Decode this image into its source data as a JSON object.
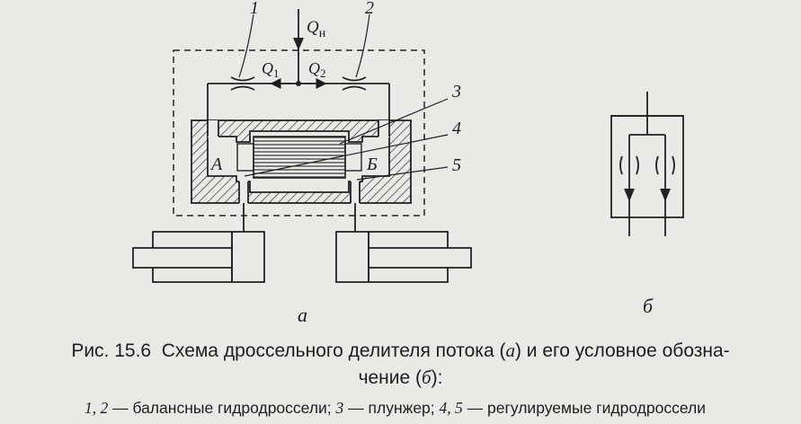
{
  "labels": {
    "throttle_1": "1",
    "throttle_2": "2",
    "plunger_3": "3",
    "throttle_4": "4",
    "throttle_5": "5",
    "flow_in": "Q",
    "flow_in_sub": "н",
    "flow_1": "Q",
    "flow_1_sub": "1",
    "flow_2": "Q",
    "flow_2_sub": "2",
    "chamber_a": "А",
    "chamber_b": "Б",
    "sub_a": "а",
    "sub_b": "б"
  },
  "caption": {
    "fig_no": "Рис. 15.6",
    "line1_a": "Схема дроссельного делителя потока (",
    "line1_a_it": "а",
    "line1_b": ") и его условное обозна-",
    "line2_a": "чение (",
    "line2_it": "б",
    "line2_b": "):",
    "legend_n12": "1, 2",
    "legend_t12": " — балансные гидродроссели; ",
    "legend_n3": "3",
    "legend_t3": " — плунжер; ",
    "legend_n45": "4, 5",
    "legend_t45": " — регулируемые гидродроссели"
  }
}
